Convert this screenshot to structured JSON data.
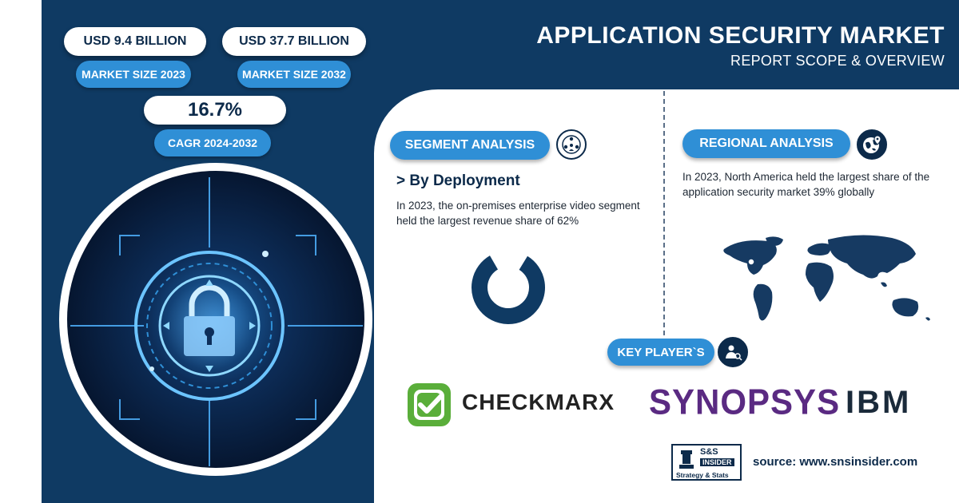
{
  "header": {
    "title": "APPLICATION SECURITY MARKET",
    "subtitle": "REPORT SCOPE & OVERVIEW"
  },
  "stats": {
    "market_size_2023_value": "USD 9.4 BILLION",
    "market_size_2023_label": "MARKET SIZE 2023",
    "market_size_2032_value": "USD 37.7 BILLION",
    "market_size_2032_label": "MARKET SIZE 2032",
    "cagr_value": "16.7%",
    "cagr_label": "CAGR 2024-2032"
  },
  "segment": {
    "heading": "SEGMENT ANALYSIS",
    "subheading": "> By Deployment",
    "text": "In 2023, the on-premises enterprise video segment held the largest revenue share of 62%",
    "share_percent": 62
  },
  "regional": {
    "heading": "REGIONAL ANALYSIS",
    "text": "In 2023, North America held the largest share of the application security market 39% globally"
  },
  "key_players": {
    "heading": "KEY PLAYER`S",
    "players": [
      "CHECKMARX",
      "SYNOPSYS",
      "IBM"
    ]
  },
  "footer": {
    "source": "source: www.snsinsider.com",
    "brand_top": "S&S",
    "brand_mid": "INSIDER",
    "brand_tagline": "Strategy & Stats"
  },
  "colors": {
    "navy": "#0f3a63",
    "accent_blue": "#2f8fd6",
    "dark_text": "#0c2a4a",
    "synopsys_purple": "#5a2a82",
    "checkmarx_green": "#5aae3a"
  }
}
